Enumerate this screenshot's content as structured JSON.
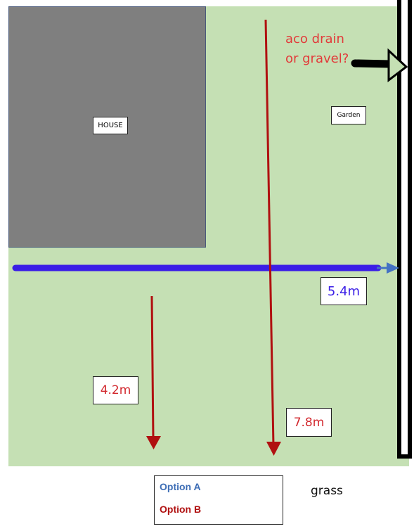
{
  "diagram": {
    "house_label": "HOUSE",
    "garden_label": "Garden",
    "note_lines": [
      "aco drain",
      "or gravel?"
    ],
    "measurements": {
      "horizontal": "5.4m",
      "short_vertical": "4.2m",
      "long_vertical": "7.8m"
    },
    "legend": {
      "option_a": "Option A",
      "option_b": "Option B"
    },
    "grass_label": "grass",
    "colors": {
      "lawn": "#c5e0b4",
      "house": "#7f7f7f",
      "fence": "#000000",
      "option_a": "#3d6db5",
      "option_b": "#b01010",
      "measure_blue": "#3a1ee6",
      "measure_red": "#d2282e",
      "note_red": "#e23a3a"
    }
  }
}
